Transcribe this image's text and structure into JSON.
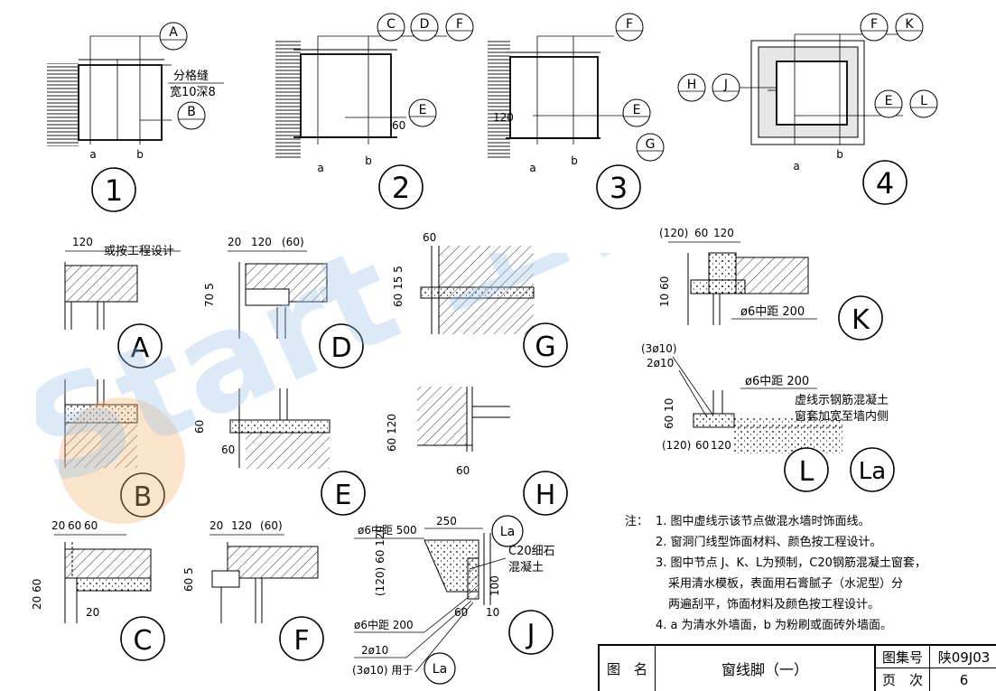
{
  "details": {
    "d1": {
      "num": "1",
      "callouts": [
        "A",
        "B"
      ],
      "note1": "分格缝",
      "note2": "宽10深8",
      "a": "a",
      "b": "b"
    },
    "d2": {
      "num": "2",
      "callouts": [
        "C",
        "D",
        "F",
        "E"
      ],
      "dim": "60",
      "a": "a",
      "b": "b"
    },
    "d3": {
      "num": "3",
      "callouts": [
        "F",
        "E",
        "G"
      ],
      "dim": "120",
      "a": "a",
      "b": "b"
    },
    "d4": {
      "num": "4",
      "callouts": [
        "F",
        "K",
        "H",
        "J",
        "E",
        "L"
      ],
      "a": "a",
      "b": "b"
    }
  },
  "sections": {
    "A": {
      "label": "A",
      "dim": "120",
      "note": "或按工程设计"
    },
    "D": {
      "label": "D",
      "dims": [
        "20",
        "120",
        "(60)"
      ],
      "vdim": "70 5"
    },
    "G": {
      "label": "G",
      "dim": "60",
      "vdim": "60 15 5"
    },
    "K": {
      "label": "K",
      "dims": [
        "(120)",
        "60",
        "120"
      ],
      "vdim": "10 60",
      "rebar": "ø6中距 200"
    },
    "B": {
      "label": "B"
    },
    "E": {
      "label": "E",
      "vdim": "60",
      "hdim": "60"
    },
    "H": {
      "label": "H",
      "vdim": "60 120",
      "hdim": "60"
    },
    "L": {
      "label": "L",
      "La": "La",
      "dims": [
        "(120)",
        "60",
        "120"
      ],
      "vdim": "60 10",
      "bars1": "(3ø10)",
      "bars2": "2ø10",
      "rebar": "ø6中距 200",
      "note1": "虚线示钢筋混凝土",
      "note2": "窗套加宽至墙内侧"
    },
    "C": {
      "label": "C",
      "dims": [
        "20",
        "60",
        "60"
      ],
      "vdim": "20 60",
      "hdim": "20"
    },
    "F": {
      "label": "F",
      "dims": [
        "20",
        "120",
        "(60)"
      ],
      "vdim": "60 5"
    },
    "J": {
      "label": "J",
      "La": "La",
      "rebar1": "ø6中距 500",
      "width": "250",
      "concrete1": "C20细石",
      "concrete2": "混凝土",
      "vdim": "(120) 60 120",
      "dim100": "100",
      "dim60": "60",
      "dim10": "10",
      "rebar2": "ø6中距 200",
      "bars1": "2ø10",
      "bars2": "(3ø10) 用于",
      "bars2ref": "La"
    }
  },
  "notes": {
    "heading": "注：",
    "items": [
      "1. 图中虚线示该节点做混水墙时饰面线。",
      "2. 窗洞门线型饰面材料、颜色按工程设计。",
      "3. 图中节点 J、K、L为预制，C20钢筋混凝土窗套，",
      "采用清水模板，表面用石膏腻子（水泥型）分",
      "两遍刮平，饰面材料及颜色按工程设计。",
      "4. a 为清水外墙面，b 为粉刷或面砖外墙面。"
    ]
  },
  "title_block": {
    "name_label": "图　名",
    "name": "窗线脚（一）",
    "atlas_label": "图集号",
    "atlas": "陕09J03",
    "page_label": "页　次",
    "page": "6"
  },
  "watermark": {
    "text": "Start 工程学院",
    "accent": "#f4b26a",
    "blue": "#9dc3e6"
  }
}
